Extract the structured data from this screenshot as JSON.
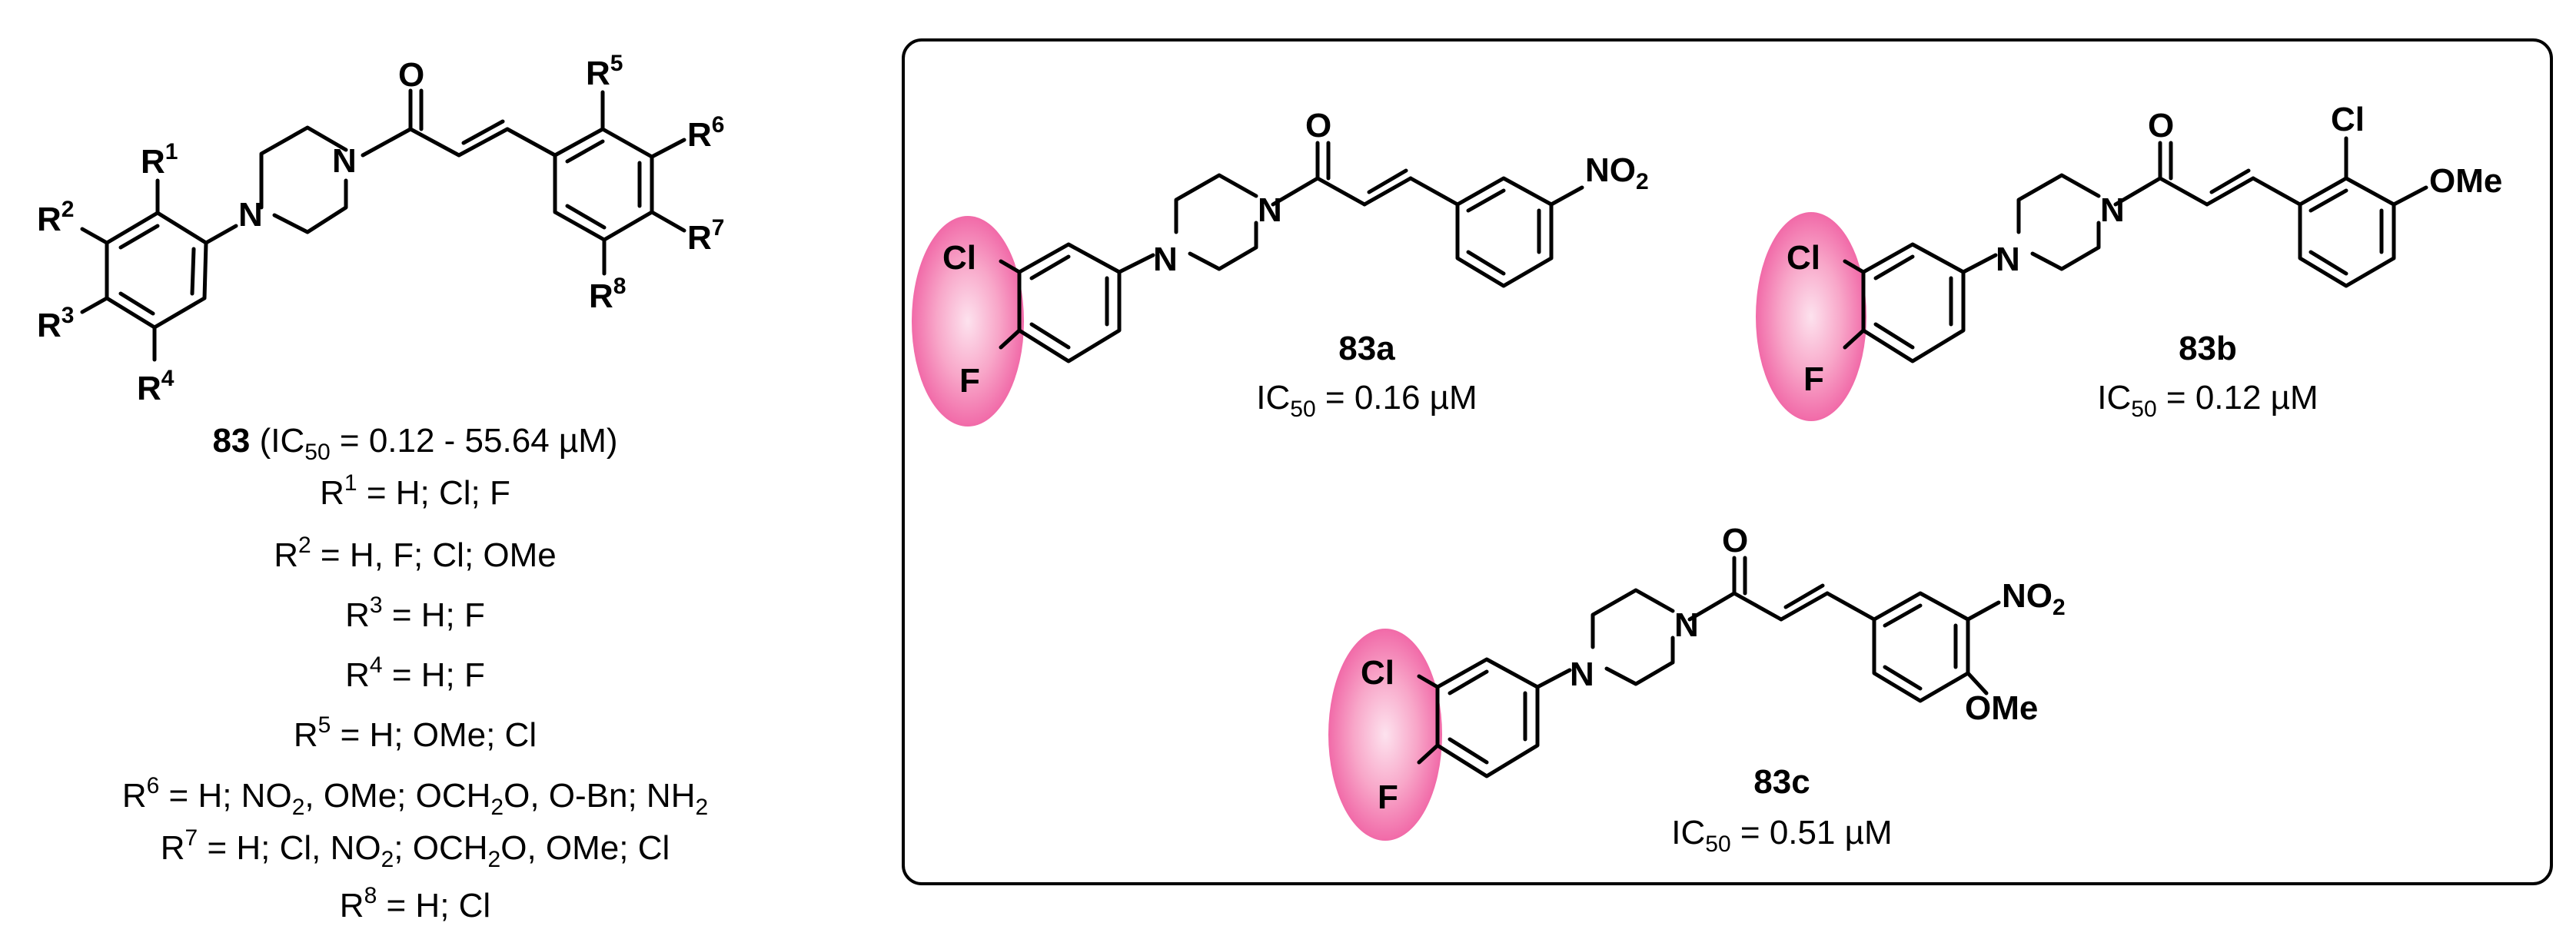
{
  "colors": {
    "highlight": "#f16aa8",
    "bond": "#000000",
    "frame": "#000000",
    "background": "#ffffff"
  },
  "parent": {
    "id": "83",
    "ic50": " (IC",
    "ic50_sub": "50",
    "ic50_range": " = 0.12 - 55.64 µM)",
    "r_label": "R",
    "eq": " = ",
    "substituents": [
      {
        "n": "1",
        "values": "H; Cl; F"
      },
      {
        "n": "2",
        "values": "H, F; Cl; OMe"
      },
      {
        "n": "3",
        "values": "H; F"
      },
      {
        "n": "4",
        "values": "H; F"
      },
      {
        "n": "5",
        "values": "H; OMe; Cl"
      },
      {
        "n": "6",
        "values_parts": [
          "H; NO",
          "2",
          ", OMe; OCH",
          "2",
          "O, O-Bn; NH",
          "2"
        ]
      },
      {
        "n": "7",
        "values_parts": [
          "H; Cl, NO",
          "2",
          "; OCH",
          "2",
          "O, OMe; Cl"
        ]
      },
      {
        "n": "8",
        "values": "H; Cl"
      }
    ]
  },
  "atoms": {
    "O": "O",
    "N": "N",
    "Cl": "Cl",
    "F": "F",
    "NO": "NO",
    "two": "2",
    "OMe": "OMe"
  },
  "compounds": [
    {
      "id": "83a",
      "ic50_prefix": "IC",
      "ic50_sub": "50",
      "ic50_value": " = 0.16 µM"
    },
    {
      "id": "83b",
      "ic50_prefix": "IC",
      "ic50_sub": "50",
      "ic50_value": " = 0.12 µM"
    },
    {
      "id": "83c",
      "ic50_prefix": "IC",
      "ic50_sub": "50",
      "ic50_value": " = 0.51 µM"
    }
  ]
}
